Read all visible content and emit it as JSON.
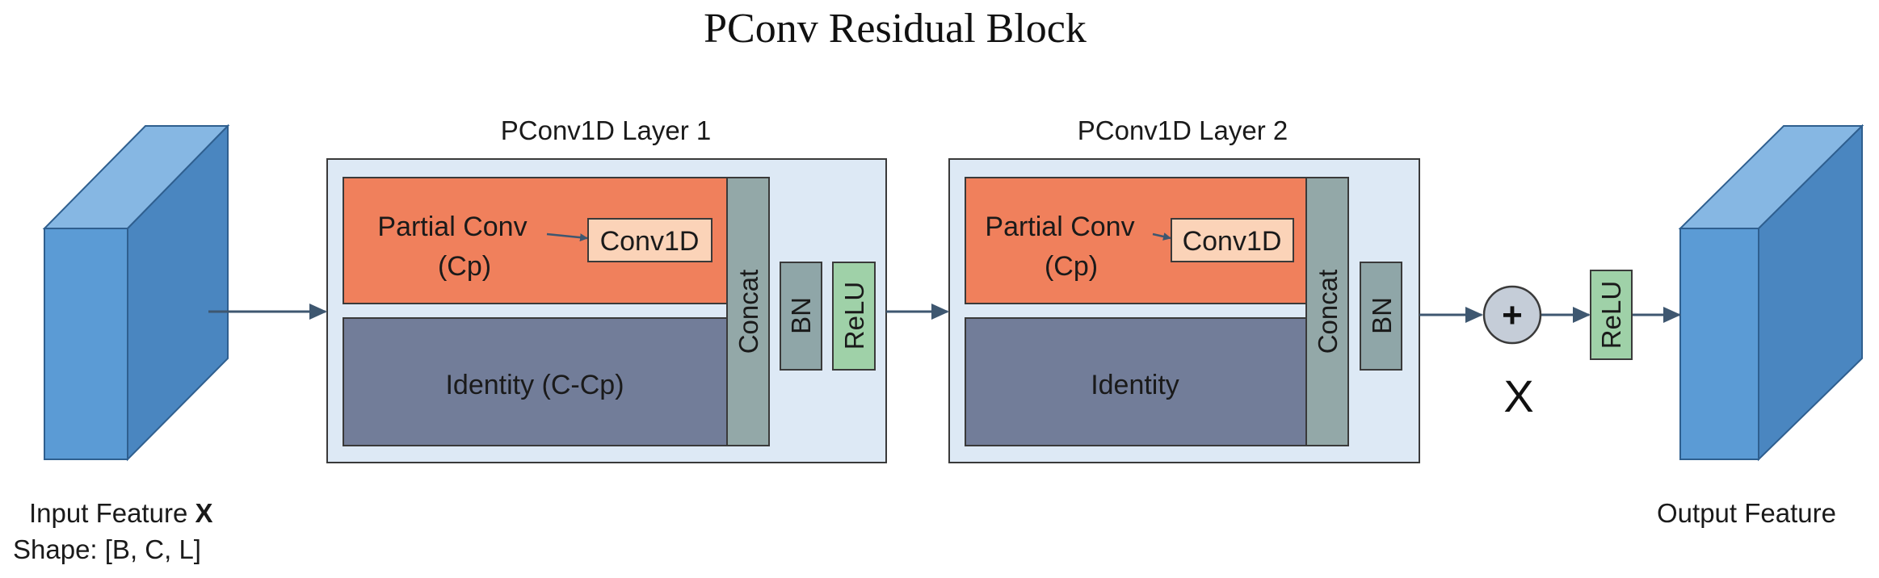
{
  "title": "PConv Residual Block",
  "input": {
    "label": "Input Feature",
    "var": "X",
    "shape": "Shape: [B, C, L]"
  },
  "output": {
    "label": "Output Feature"
  },
  "layer1": {
    "title": "PConv1D Layer 1",
    "partial_line1": "Partial Conv",
    "partial_line2": "(Cp)",
    "conv": "Conv1D",
    "identity": "Identity (C-Cp)",
    "concat": "Concat",
    "bn": "BN",
    "relu": "ReLU"
  },
  "layer2": {
    "title": "PConv1D Layer 2",
    "partial_line1": "Partial Conv",
    "partial_line2": "(Cp)",
    "conv": "Conv1D",
    "identity": "Identity",
    "concat": "Concat",
    "bn": "BN"
  },
  "residual": {
    "plus": "+",
    "skip_label": "X"
  },
  "final_relu": "ReLU",
  "colors": {
    "cube_front": "#5b9bd5",
    "cube_side": "#4a86c0",
    "cube_top": "#86b7e3",
    "layer_bg": "#dde9f5",
    "partial_conv": "#f0805c",
    "conv_box": "#fbd3b8",
    "identity": "#727d99",
    "concat": "#93a8a8",
    "bn": "#8fa6a8",
    "relu": "#9fd1a8",
    "arrow": "#3e5770"
  }
}
